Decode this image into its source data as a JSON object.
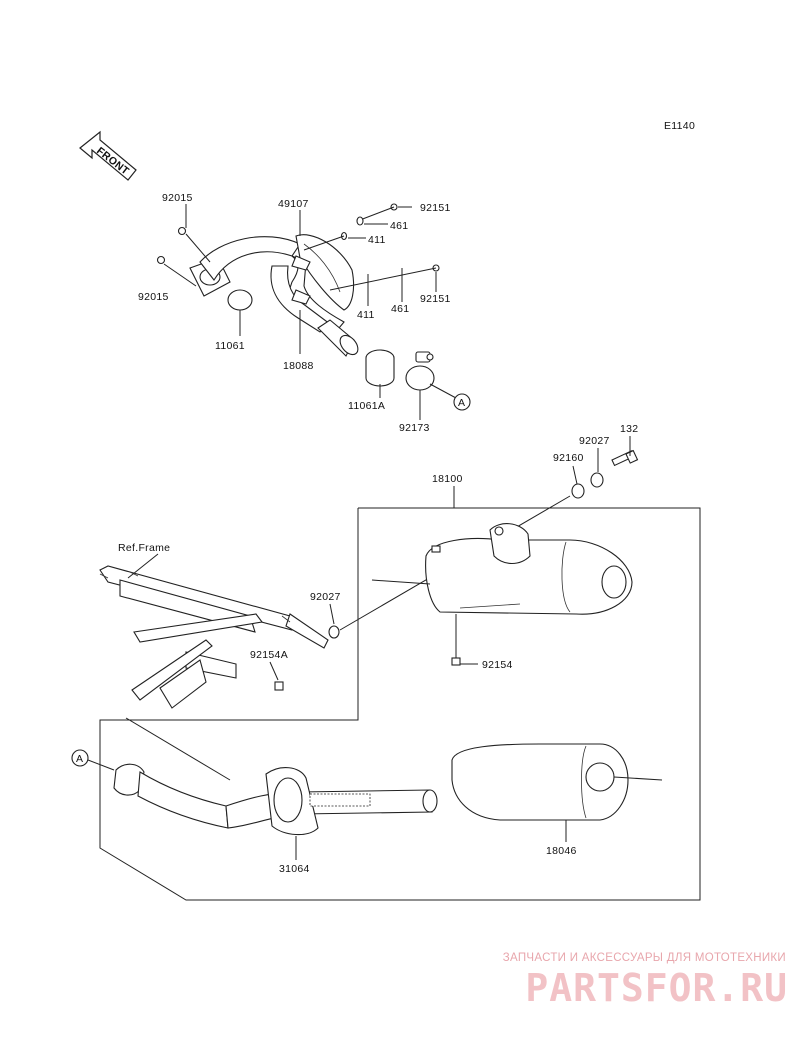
{
  "diagram_code": "E1140",
  "front_label": "FRONT",
  "callout_a": "A",
  "ref_frame": "Ref.Frame",
  "parts": {
    "p92015_top": "92015",
    "p92015_bottom": "92015",
    "p11061": "11061",
    "p18088": "18088",
    "p49107": "49107",
    "p92151_top": "92151",
    "p461_top": "461",
    "p411_top": "411",
    "p411_bottom": "411",
    "p461_bottom": "461",
    "p92151_bottom": "92151",
    "p11061a": "11061A",
    "p92173": "92173",
    "p132": "132",
    "p92027_top": "92027",
    "p92160": "92160",
    "p18100": "18100",
    "p92027_mid": "92027",
    "p92154a": "92154A",
    "p92154": "92154",
    "p31064": "31064",
    "p18046": "18046"
  },
  "watermark": {
    "caption": "ЗАПЧАСТИ И АКСЕССУАРЫ ДЛЯ МОТОТЕХНИКИ",
    "logo": "PARTSFOR.RU"
  },
  "colors": {
    "line": "#222222",
    "watermark": "#e8a6ac"
  }
}
